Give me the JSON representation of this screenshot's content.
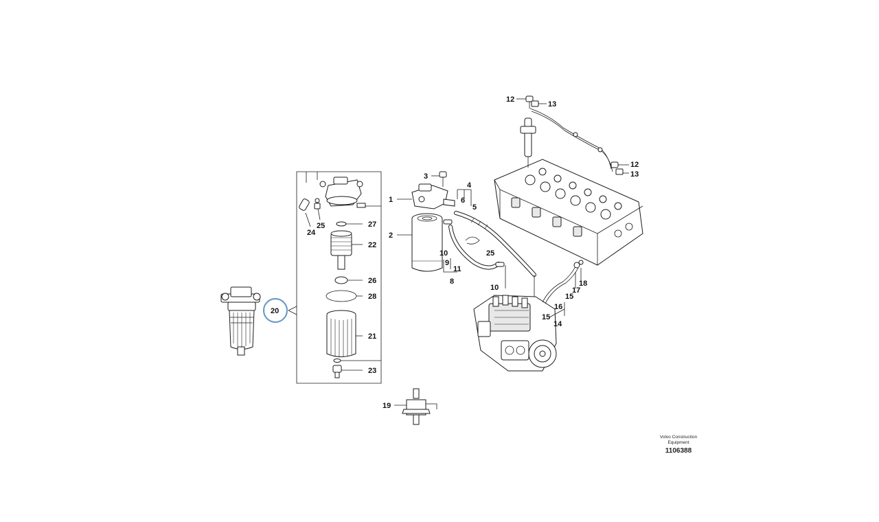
{
  "callouts": {
    "c1": "1",
    "c2": "2",
    "c3": "3",
    "c4": "4",
    "c5": "5",
    "c6": "6",
    "c8": "8",
    "c9": "9",
    "c10a": "10",
    "c10b": "10",
    "c11": "11",
    "c12a": "12",
    "c12b": "12",
    "c13a": "13",
    "c13b": "13",
    "c14": "14",
    "c15a": "15",
    "c15b": "15",
    "c16": "16",
    "c17": "17",
    "c18": "18",
    "c19": "19",
    "c20": "20",
    "c21": "21",
    "c22": "22",
    "c23": "23",
    "c24": "24",
    "c25a": "25",
    "c25b": "25",
    "c26": "26",
    "c27": "27",
    "c28": "28"
  },
  "footer": {
    "brand_line1": "Volvo Construction",
    "brand_line2": "Equipment",
    "drawing_number": "1106388"
  },
  "colors": {
    "highlight": "#6e9bc8",
    "line": "#1a1a1a"
  }
}
